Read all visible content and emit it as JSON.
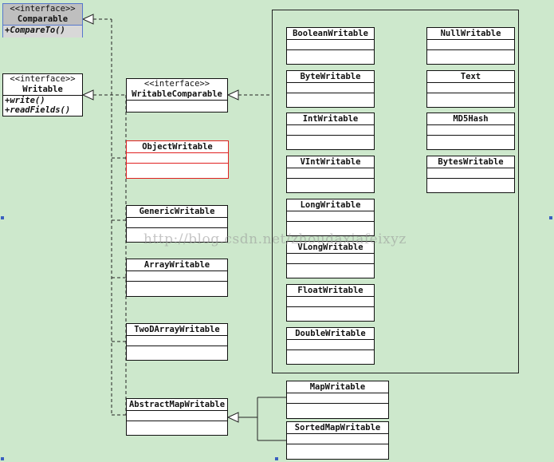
{
  "stereotype": "<<interface>>",
  "watermark": "http://blog.csdn.net/zhoudaxiafeixyz",
  "colors": {
    "background": "#cde8cc",
    "highlight_border": "#e02020",
    "selected_border": "#5577cc"
  },
  "comparable": {
    "name": "Comparable",
    "methods": [
      "+CompareTo()"
    ]
  },
  "writable": {
    "name": "Writable",
    "methods": [
      "+write()",
      "+readFields()"
    ]
  },
  "writable_comparable": {
    "name": "WritableComparable"
  },
  "left_classes": [
    "ObjectWritable",
    "GenericWritable",
    "ArrayWritable",
    "TwoDArrayWritable",
    "AbstractMapWritable"
  ],
  "container_col1": [
    "BooleanWritable",
    "ByteWritable",
    "IntWritable",
    "VIntWritable",
    "LongWritable",
    "VLongWritable",
    "FloatWritable",
    "DoubleWritable"
  ],
  "container_col2": [
    "NullWritable",
    "Text",
    "MD5Hash",
    "BytesWritable"
  ],
  "map_classes": [
    "MapWritable",
    "SortedMapWritable"
  ]
}
